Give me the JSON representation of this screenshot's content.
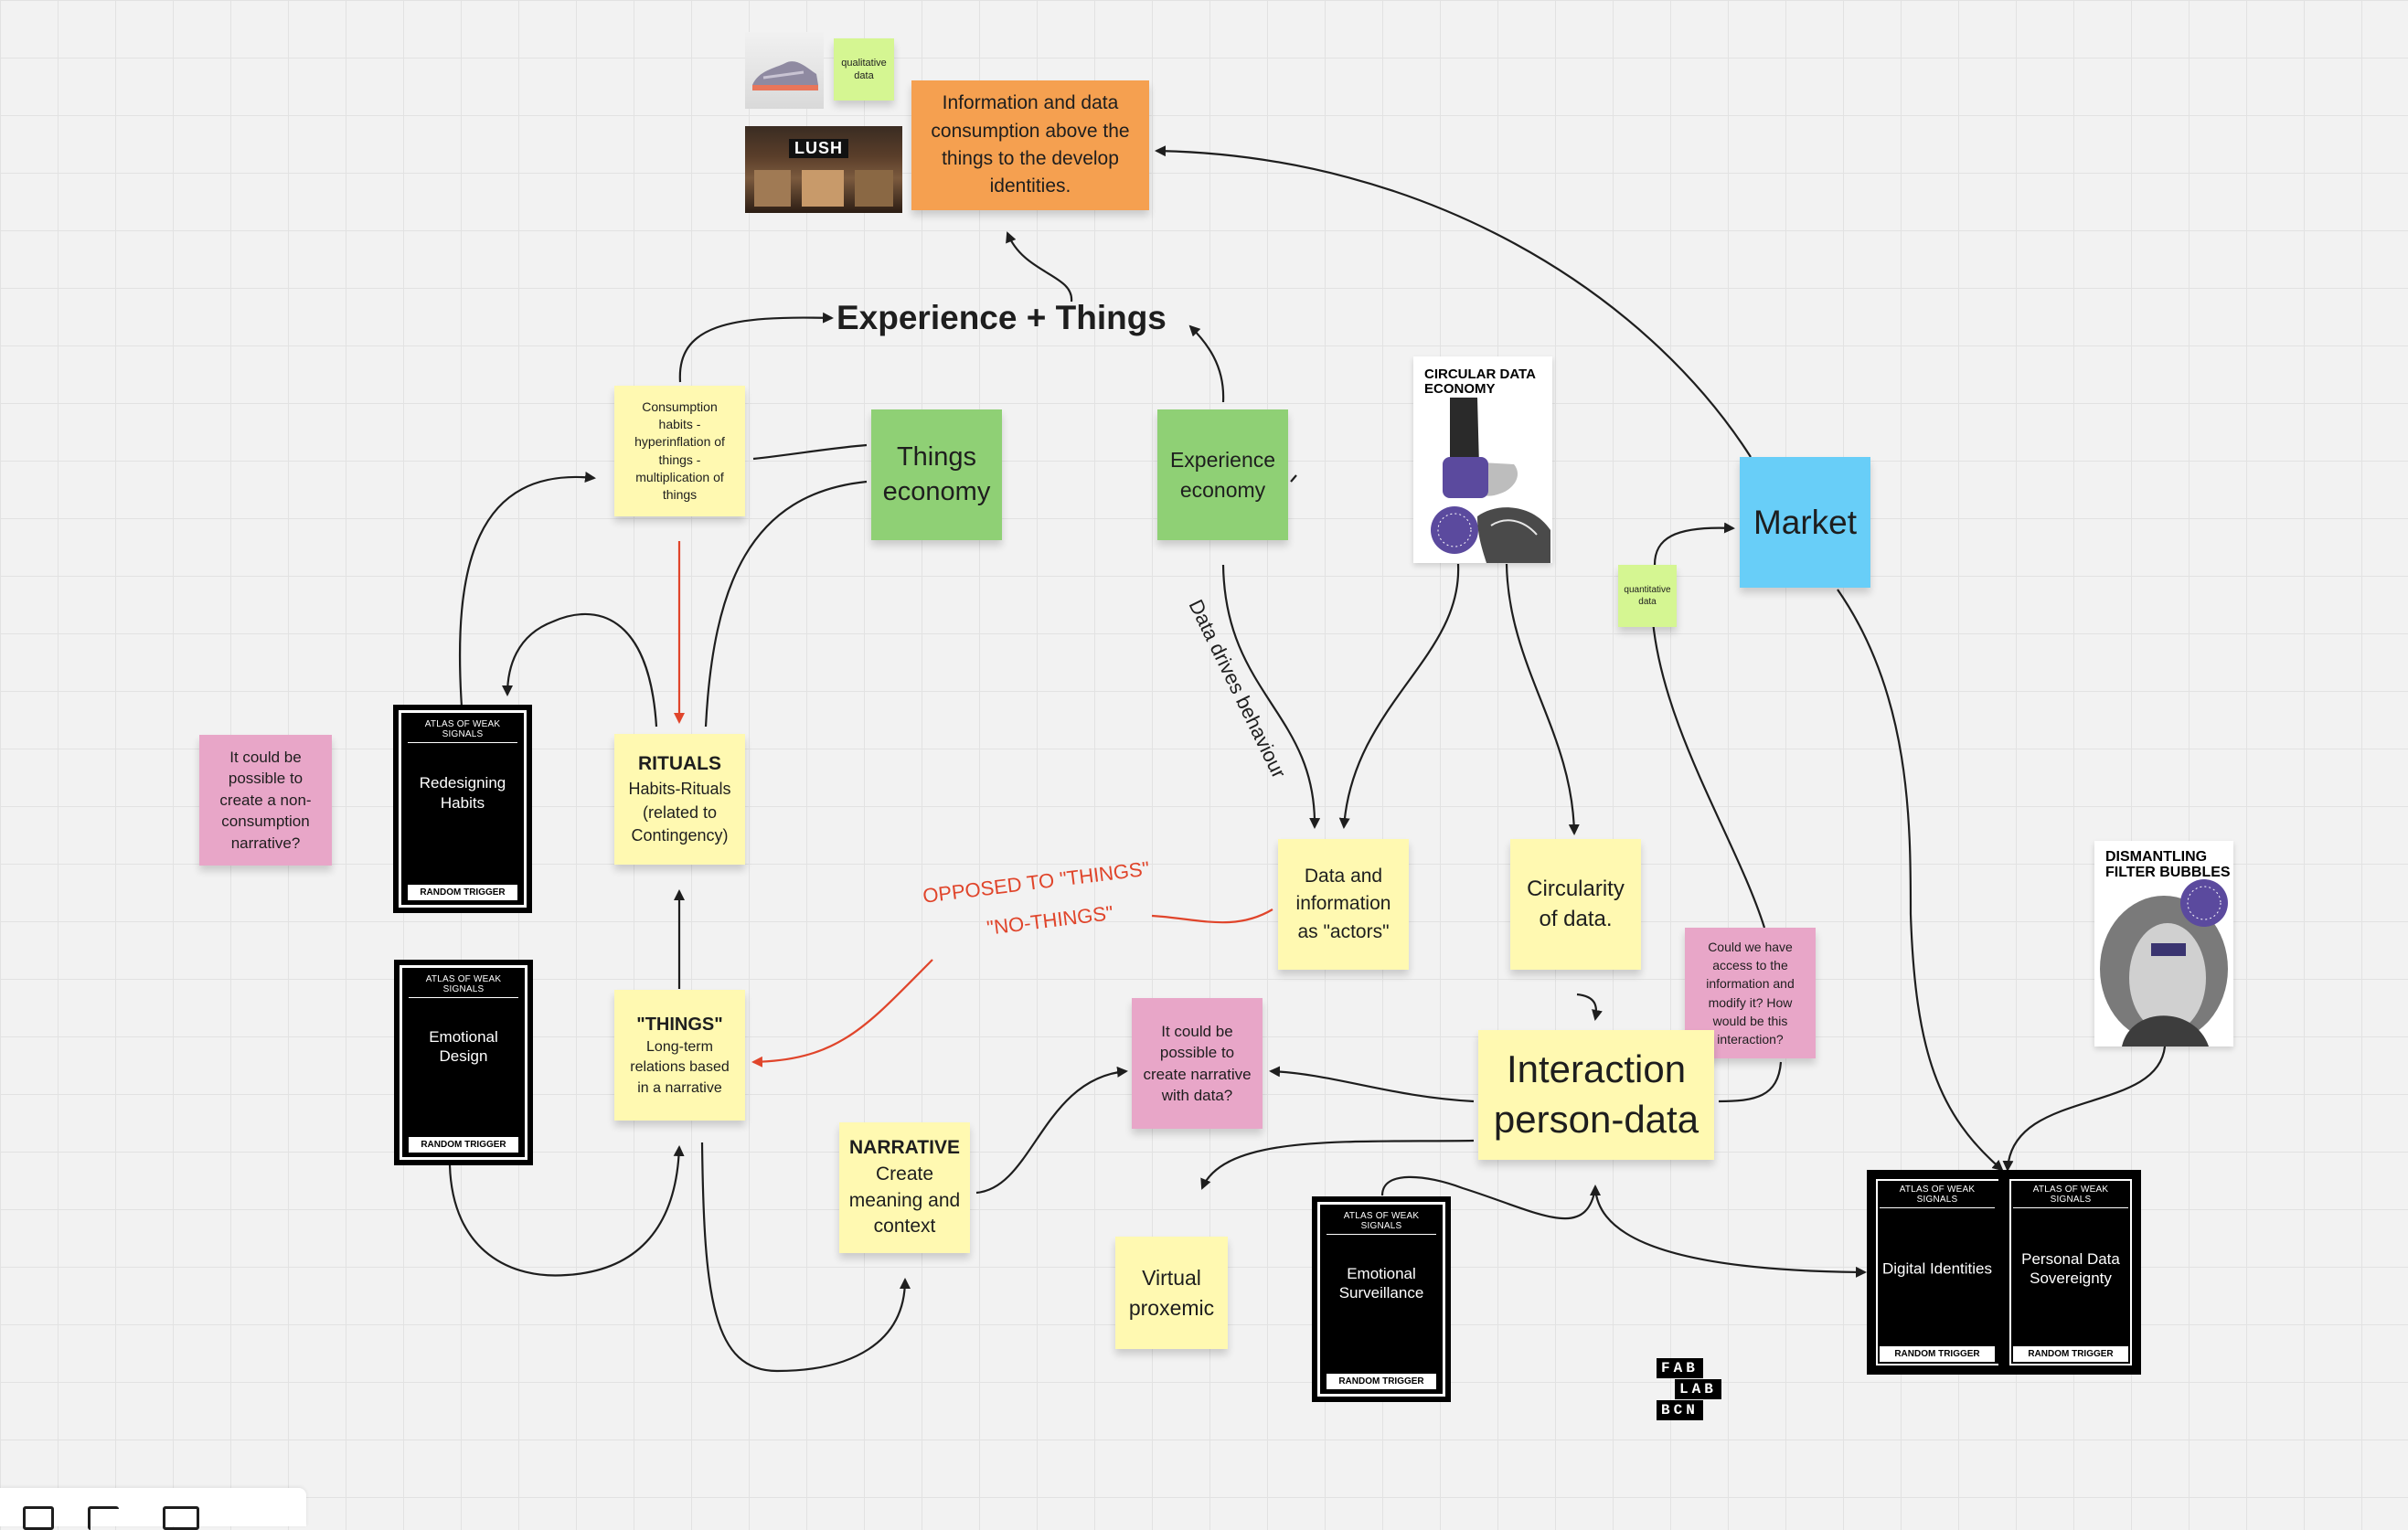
{
  "board": {
    "heading": "Experience + Things"
  },
  "stickies": {
    "info_consumption": "Information and data consumption above the things to the develop identities.",
    "qualitative": "qualitative data",
    "quantitative": "quantitative data",
    "consumption_habits": "Consumption habits - hyperinflation of things - multiplication of things",
    "things_economy": "Things economy",
    "experience_economy": "Experience economy",
    "market": "Market",
    "non_consumption": "It could be possible to create a non-consumption narrative?",
    "rituals_title": "RITUALS",
    "rituals_body": "Habits-Rituals (related to Contingency)",
    "things_title": "\"THINGS\"",
    "things_body": "Long-term relations based in a narrative",
    "narrative_title": "NARRATIVE",
    "narrative_body": "Create meaning and context",
    "data_actors": "Data and information as \"actors\"",
    "circularity": "Circularity of data.",
    "access_info": "Could we have access to the information and modify it? How would be this interaction?",
    "narrative_data": "It could be possible to create narrative with data?",
    "interaction": "Interaction person-data",
    "virtual_proxemic": "Virtual proxemic"
  },
  "cards": {
    "header": "ATLAS OF WEAK SIGNALS",
    "footer": "RANDOM TRIGGER",
    "redesigning_habits": "Redesigning Habits",
    "emotional_design": "Emotional Design",
    "emotional_surveillance": "Emotional Surveillance",
    "digital_identities": "Digital Identities",
    "personal_data_sovereignty": "Personal Data Sovereignty"
  },
  "posters": {
    "circular_data_economy": "CIRCULAR DATA ECONOMY",
    "dismantling_filter_bubbles": "DISMANTLING FILTER BUBBLES"
  },
  "images": {
    "lush_sign": "LUSH"
  },
  "labels": {
    "data_drives_behaviour": "Data drives behaviour",
    "opposed_line1": "OPPOSED TO \"THINGS\"",
    "opposed_line2": "\"NO-THINGS\""
  },
  "logo": {
    "row1": "FAB",
    "row2": "LAB",
    "row3": "BCN"
  },
  "colors": {
    "yellow": "#fff9b1",
    "green": "#8fd075",
    "light_green": "#d5f692",
    "orange": "#f5a050",
    "pink": "#e8a6c8",
    "blue": "#68cef8",
    "connector": "#1e1e1e",
    "red_connector": "#e0452b",
    "card_black": "#000000"
  }
}
